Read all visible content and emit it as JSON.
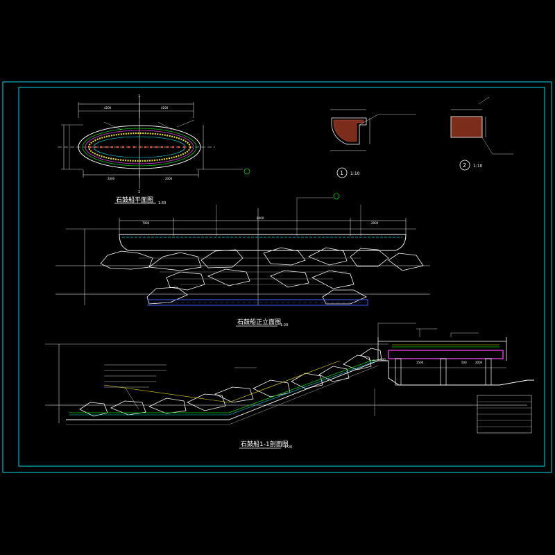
{
  "colors": {
    "background": "#000000",
    "frame": "#00d8e8",
    "line_white": "#ffffff",
    "line_yellow": "#f0e000",
    "line_green": "#00d000",
    "line_magenta": "#e040e0",
    "line_blue": "#4060ff",
    "line_cyan": "#00ffff",
    "line_gray": "#909090",
    "hatch": "#e05030"
  },
  "titles": {
    "plan": "石鼓船平面图",
    "plan_scale": "1:50",
    "elevation": "石鼓船正立面图",
    "elevation_scale": "1:20",
    "section": "石鼓船1-1剖面图",
    "section_scale": "1:20",
    "detail1_scale": "1:10",
    "detail2_scale": "1:10"
  },
  "markers": {
    "detail1": "1",
    "detail2": "2",
    "section_cut": "1"
  },
  "plan_dims": {
    "top_left": "4200",
    "top_right": "4200",
    "bottom_left": "2000",
    "bottom_right": "2000"
  },
  "elevation_dims": {
    "left": "7000",
    "middle": "8000",
    "right": "2000"
  },
  "section_dims": {
    "a": "500",
    "b": "1500",
    "c": "500",
    "d": "2000"
  }
}
